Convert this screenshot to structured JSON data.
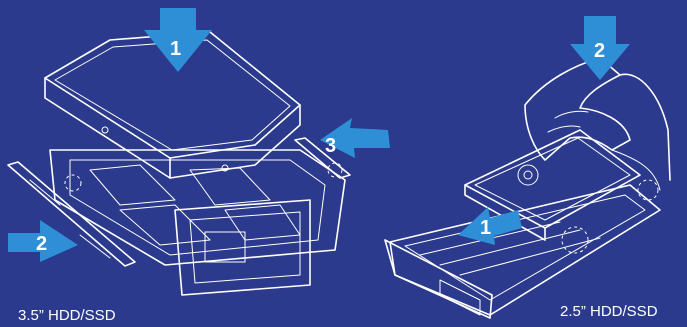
{
  "left_illustration": {
    "caption": "3.5” HDD/SSD",
    "steps": [
      "1",
      "2",
      "3"
    ]
  },
  "right_illustration": {
    "caption": "2.5” HDD/SSD",
    "steps": [
      "1",
      "2"
    ]
  },
  "colors": {
    "background": "#2b3a8c",
    "arrow": "#2f8fd6",
    "line": "#ffffff"
  }
}
